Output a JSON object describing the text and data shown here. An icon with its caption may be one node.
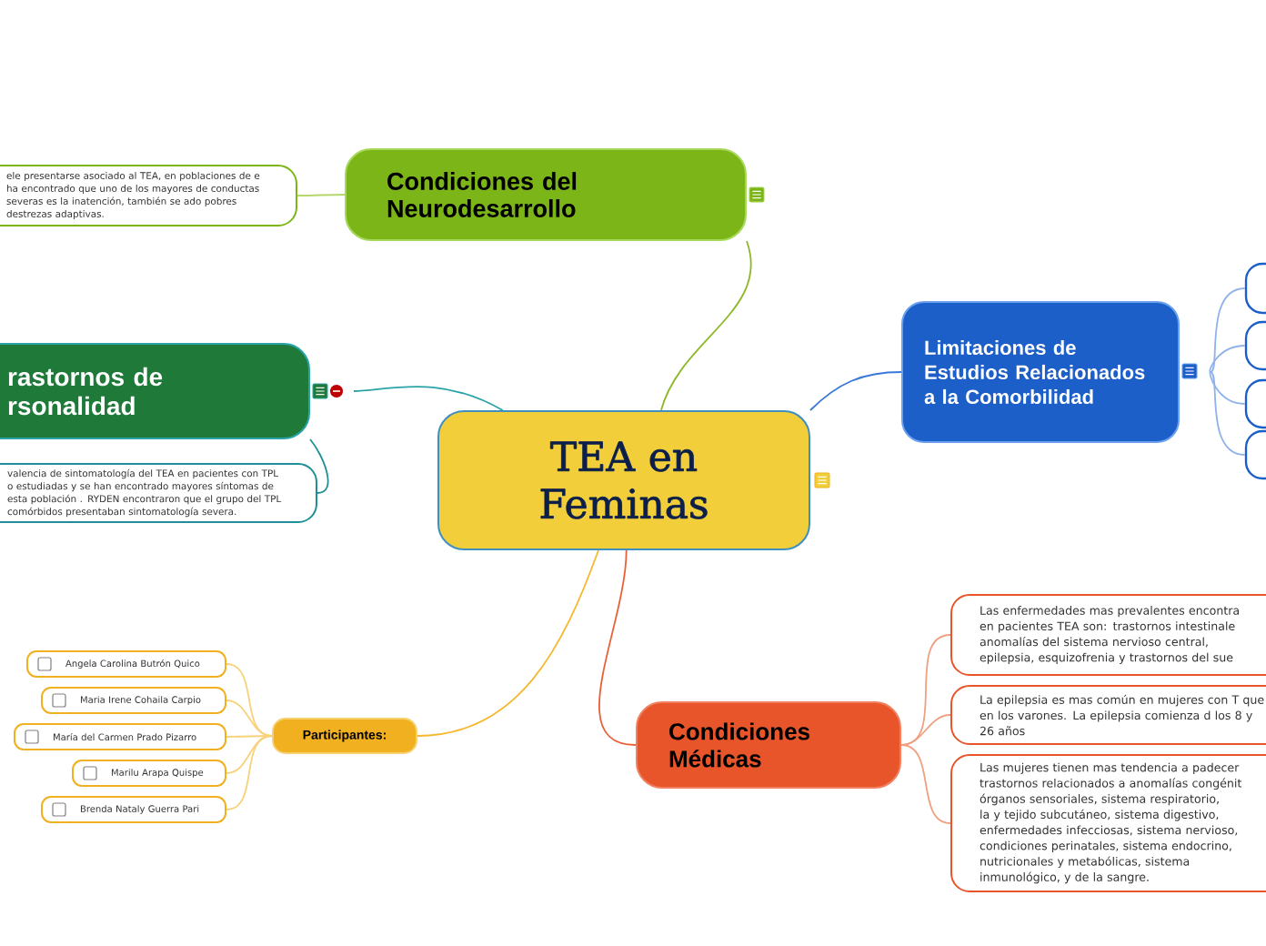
{
  "diagram": {
    "nodes": [
      {
        "text": [
          "TEA en Feminas"
        ]
      },
      {
        "text": [
          "Condiciones del Neurodesarrollo"
        ]
      },
      {
        "text": [
          "ele presentarse asociado al TEA, en poblaciones de e ha encontrado que uno de los mayores de conductas severas es la inatención, también se ado pobres destrezas adaptivas."
        ]
      },
      {
        "text": [
          "rastornos de rsonalidad"
        ]
      },
      {
        "text": [
          "valencia de sintomatología del TEA en pacientes con TPL o estudiadas y se han encontrado mayores síntomas de esta población . RYDEN encontraron que el grupo del TPL comórbidos presentaban sintomatología severa."
        ]
      },
      {
        "text": [
          "Limitaciones de Estudios Relacionados a la Comorbilidad"
        ]
      },
      {
        "text": [],
        "shape": "box"
      },
      {
        "text": [],
        "shape": "box"
      },
      {
        "text": [],
        "shape": "box"
      },
      {
        "text": [],
        "shape": "box"
      },
      {
        "text": [
          "Participantes:"
        ]
      },
      {
        "text": [
          "Angela Carolina Butrón Quico"
        ]
      },
      {
        "text": [
          "Maria Irene Cohaila Carpio"
        ]
      },
      {
        "text": [
          "María del Carmen Prado Pizarro"
        ]
      },
      {
        "text": [
          "Marilu Arapa Quispe"
        ]
      },
      {
        "text": [
          "Brenda Nataly Guerra Pari"
        ]
      },
      {
        "text": [
          "Condiciones Médicas"
        ]
      },
      {
        "text": [
          "Las enfermedades mas prevalentes encontra en pacientes TEA son: trastornos intestinale anomalías del sistema nervioso central, epilepsia, esquizofrenia y trastornos del sue"
        ]
      },
      {
        "text": [
          "La epilepsia es mas común en mujeres con T que en los varones. La epilepsia comienza d los 8 y 26 años"
        ]
      },
      {
        "text": [
          "Las mujeres tienen mas tendencia a padecer trastornos relacionados a anomalías congénit órganos sensoriales, sistema respiratorio, la y tejido subcutáneo, sistema digestivo, enfermedades infecciosas, sistema nervioso, condiciones perinatales, sistema endocrino, nutricionales y metabólicas, sistema inmunológico, y de la sangre."
        ]
      }
    ],
    "edges": [
      {
        "from": 0,
        "to": 1,
        "arrow": "none",
        "color": "#8db827"
      },
      {
        "from": 1,
        "to": 2,
        "arrow": "none",
        "color": "#b5d86a"
      },
      {
        "from": 0,
        "to": 3,
        "arrow": "none",
        "color": "#2aa3a8"
      },
      {
        "from": 3,
        "to": 4,
        "arrow": "none",
        "color": "#1f8f97"
      },
      {
        "from": 0,
        "to": 5,
        "arrow": "none",
        "color": "#3a78d8"
      },
      {
        "from": 5,
        "to": 6,
        "arrow": "none",
        "color": "#8fb2ea"
      },
      {
        "from": 5,
        "to": 7,
        "arrow": "none",
        "color": "#8fb2ea"
      },
      {
        "from": 5,
        "to": 8,
        "arrow": "none",
        "color": "#8fb2ea"
      },
      {
        "from": 5,
        "to": 9,
        "arrow": "none",
        "color": "#8fb2ea"
      },
      {
        "from": 0,
        "to": 10,
        "arrow": "none",
        "color": "#f5b82e"
      },
      {
        "from": 10,
        "to": 11,
        "arrow": "none",
        "color": "#f7d27a"
      },
      {
        "from": 10,
        "to": 12,
        "arrow": "none",
        "color": "#f7d27a"
      },
      {
        "from": 10,
        "to": 13,
        "arrow": "none",
        "color": "#f7d27a"
      },
      {
        "from": 10,
        "to": 14,
        "arrow": "none",
        "color": "#f7d27a"
      },
      {
        "from": 10,
        "to": 15,
        "arrow": "none",
        "color": "#f7d27a"
      },
      {
        "from": 0,
        "to": 16,
        "arrow": "none",
        "color": "#e8603a"
      },
      {
        "from": 16,
        "to": 17,
        "arrow": "none",
        "color": "#f0a080"
      },
      {
        "from": 16,
        "to": 18,
        "arrow": "none",
        "color": "#f0a080"
      },
      {
        "from": 16,
        "to": 19,
        "arrow": "none",
        "color": "#f0a080"
      }
    ]
  }
}
